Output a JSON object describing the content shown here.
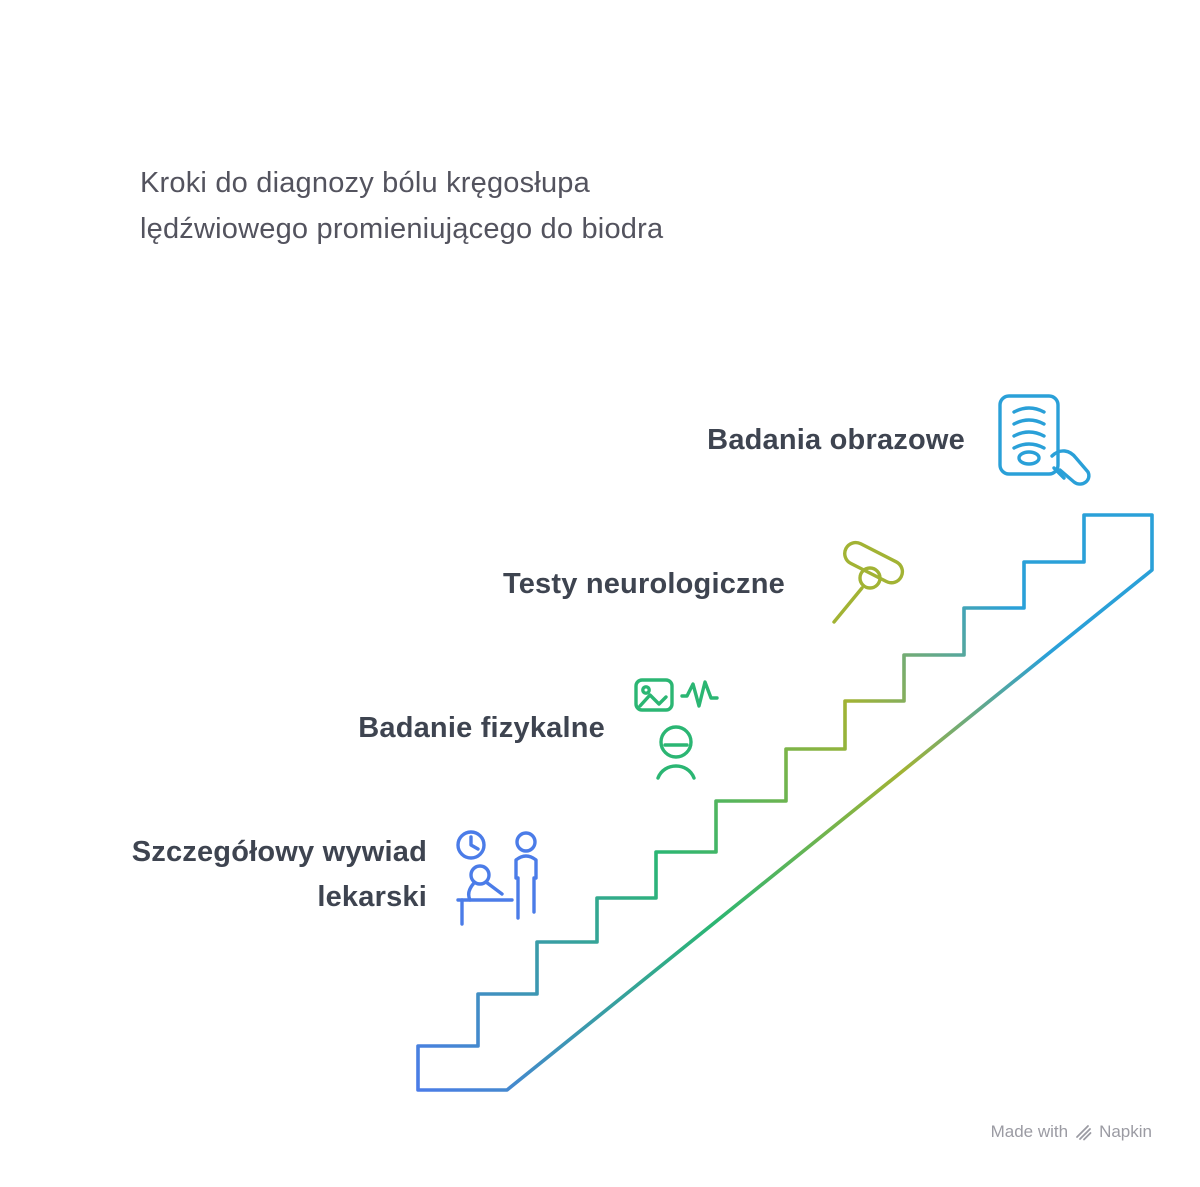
{
  "title": {
    "line1": "Kroki do diagnozy bólu kręgosłupa",
    "line2": "lędźwiowego promieniującego do biodra"
  },
  "steps": [
    {
      "label": "Szczegółowy wywiad lekarski",
      "icon": "medical-interview-icon"
    },
    {
      "label": "Badanie fizykalne",
      "icon": "physical-exam-icon"
    },
    {
      "label": "Testy neurologiczne",
      "icon": "neurological-tests-icon"
    },
    {
      "label": "Badania obrazowe",
      "icon": "imaging-studies-icon"
    }
  ],
  "watermark": {
    "prefix": "Made with",
    "brand": "Napkin"
  },
  "colors": {
    "blue": "#4b7ce8",
    "green": "#2bb673",
    "olive": "#a2b334",
    "cyan": "#2aa0d8",
    "title-text": "#53535e",
    "label-text": "#3e4450",
    "watermark-text": "#9b9ba3"
  }
}
